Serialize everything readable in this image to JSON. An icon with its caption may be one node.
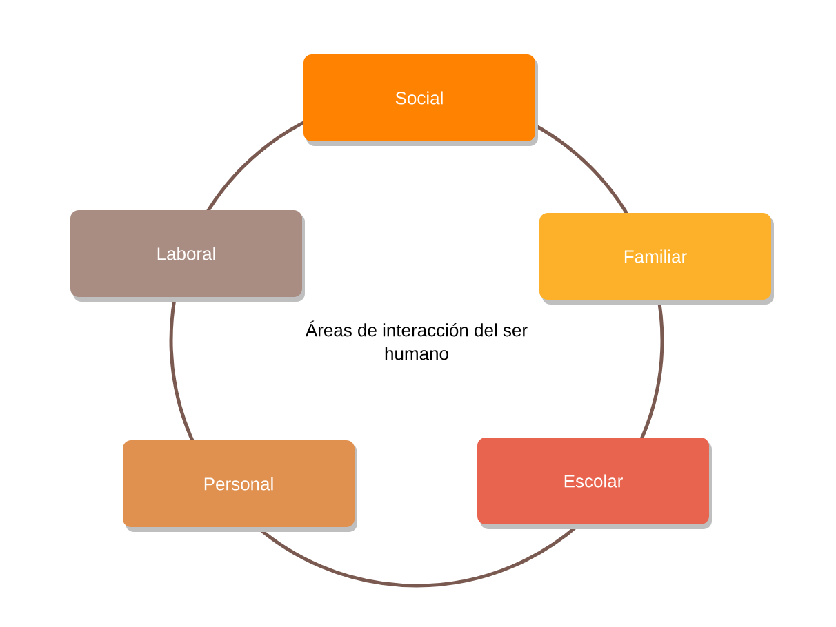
{
  "diagram": {
    "nodes": [
      {
        "text": [
          "Áreas de interacción del ser humano"
        ]
      },
      {
        "text": [
          "Social"
        ]
      },
      {
        "text": [
          "Familiar"
        ]
      },
      {
        "text": [
          "Escolar"
        ]
      },
      {
        "text": [
          "Personal"
        ]
      },
      {
        "text": [
          "Laboral"
        ]
      }
    ]
  }
}
